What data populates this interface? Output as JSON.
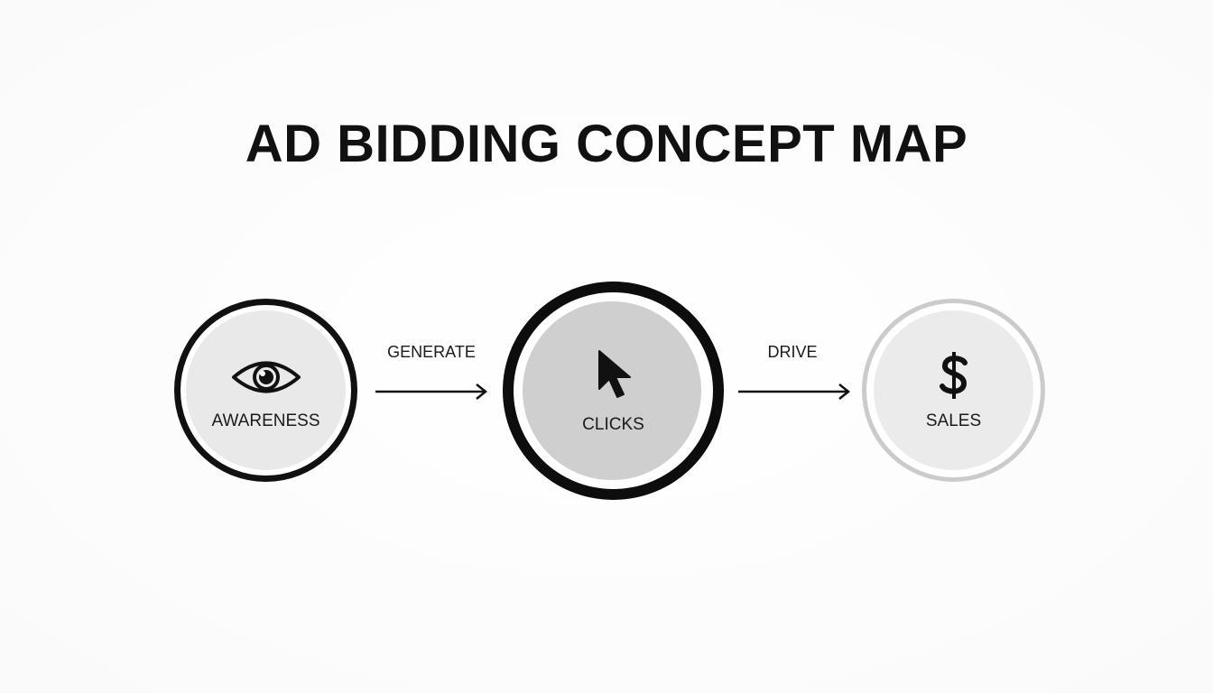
{
  "title": "AD BIDDING CONCEPT MAP",
  "nodes": [
    {
      "id": "awareness",
      "label": "AWARENESS",
      "icon": "eye-icon"
    },
    {
      "id": "clicks",
      "label": "CLICKS",
      "icon": "cursor-icon"
    },
    {
      "id": "sales",
      "label": "SALES",
      "icon": "dollar-icon"
    }
  ],
  "edges": [
    {
      "from": "awareness",
      "to": "clicks",
      "label": "GENERATE"
    },
    {
      "from": "clicks",
      "to": "sales",
      "label": "DRIVE"
    }
  ],
  "colors": {
    "text": "#111111",
    "awareness_fill": "#e9e9e9",
    "clicks_fill": "#cfcfcf",
    "sales_fill": "#ebebeb",
    "sales_ring": "#cbcbcb"
  }
}
